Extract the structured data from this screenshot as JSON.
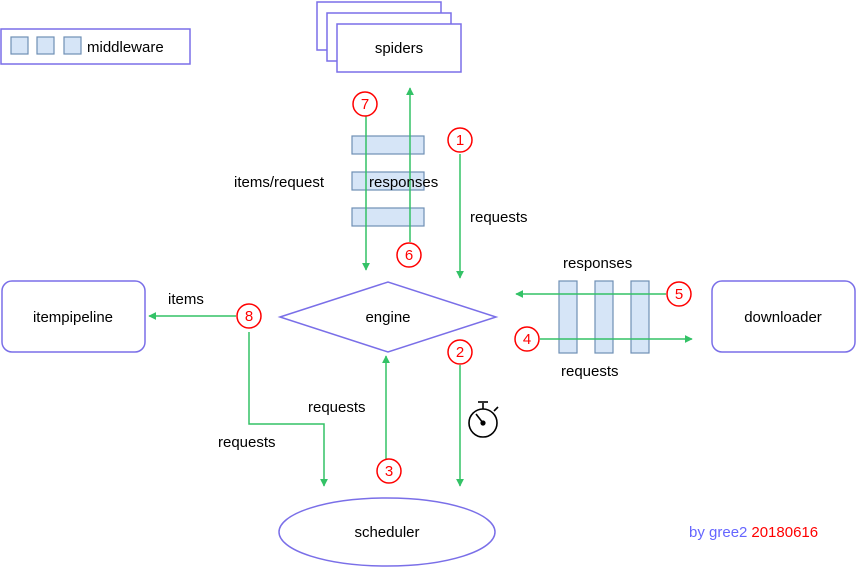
{
  "colors": {
    "node_border": "#7a6fe8",
    "flow_arrow": "#33c266",
    "middleware_fill": "#d6e5f7",
    "middleware_border": "#6f8fb5",
    "step_circle": "#ff0000",
    "credit_author": "#6666ff",
    "credit_date": "#ff0000"
  },
  "legend": {
    "label": "middleware"
  },
  "nodes": {
    "spiders": "spiders",
    "engine": "engine",
    "itempipeline": "itempipeline",
    "downloader": "downloader",
    "scheduler": "scheduler"
  },
  "edge_labels": {
    "items_request": "items/request",
    "spider_responses": "responses",
    "spider_requests": "requests",
    "downloader_responses": "responses",
    "downloader_requests": "requests",
    "items": "items",
    "scheduler_requests": "requests",
    "pipeline_requests": "requests"
  },
  "steps": [
    "1",
    "2",
    "3",
    "4",
    "5",
    "6",
    "7",
    "8"
  ],
  "icons": {
    "timer": "stopwatch-icon"
  },
  "credit": {
    "author": "by gree2",
    "date": "20180616"
  }
}
